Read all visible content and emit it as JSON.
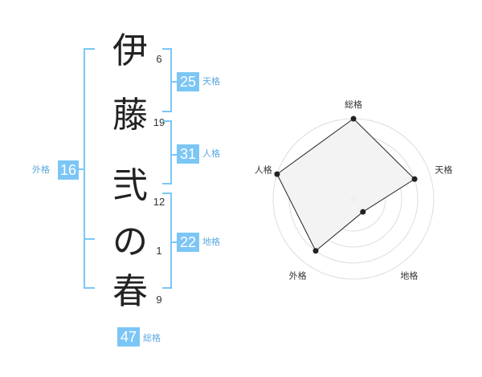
{
  "name": {
    "chars": [
      {
        "char": "伊",
        "strokes": "6"
      },
      {
        "char": "藤",
        "strokes": "19"
      },
      {
        "char": "弐",
        "strokes": "12"
      },
      {
        "char": "の",
        "strokes": "1"
      },
      {
        "char": "春",
        "strokes": "9"
      }
    ]
  },
  "fortunes": {
    "tenkaku": {
      "label": "天格",
      "value": "25"
    },
    "jinkaku": {
      "label": "人格",
      "value": "31"
    },
    "chikaku": {
      "label": "地格",
      "value": "22"
    },
    "gaikaku": {
      "label": "外格",
      "value": "16"
    },
    "soukaku": {
      "label": "総格",
      "value": "47"
    }
  },
  "colors": {
    "accent": "#7cc6f6",
    "label": "#5aa9e0"
  },
  "chart_data": {
    "type": "radar",
    "axes": [
      "総格",
      "天格",
      "地格",
      "外格",
      "人格"
    ],
    "values": [
      5,
      4,
      1,
      4,
      5
    ],
    "max": 5,
    "rings": 5,
    "fill": "#f2f2f2",
    "line": "#222222"
  }
}
